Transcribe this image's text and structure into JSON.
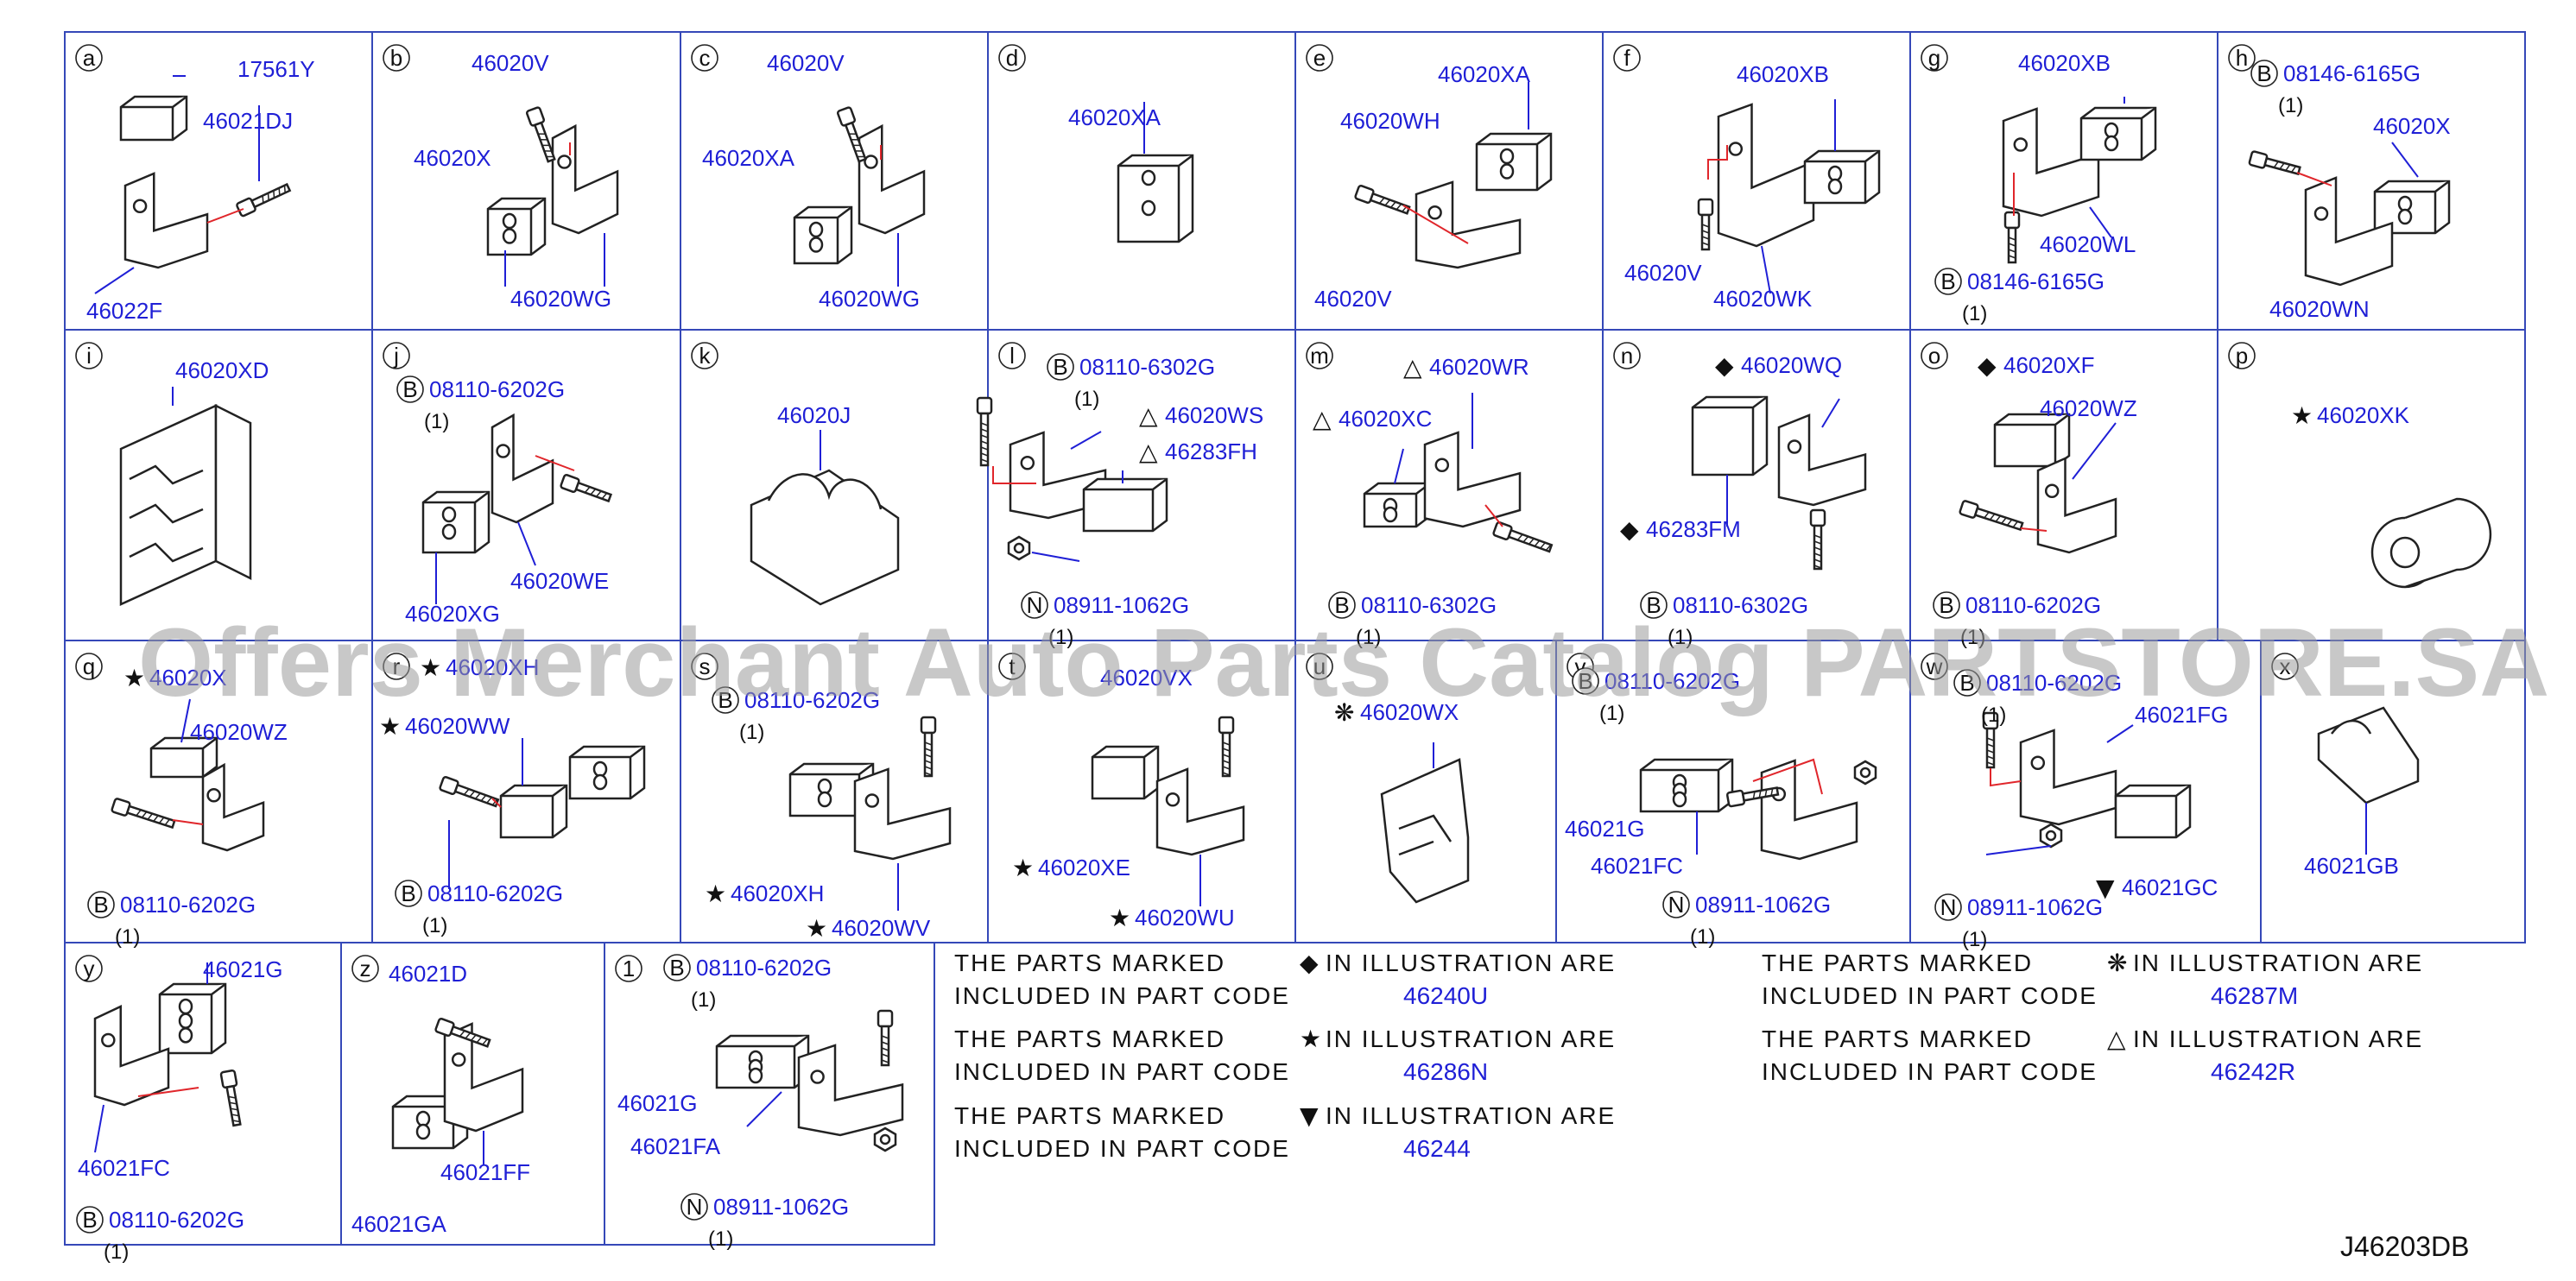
{
  "diagram_code": "J46203DB",
  "watermark": "Offers Merchant Auto Parts Catalog PARTSTORE.SA",
  "cells": [
    {
      "id": "a",
      "labels": [
        {
          "text": "17561Y"
        },
        {
          "text": "46021DJ"
        },
        {
          "text": "46022F"
        }
      ]
    },
    {
      "id": "b",
      "labels": [
        {
          "text": "46020V"
        },
        {
          "text": "46020X"
        },
        {
          "text": "46020WG"
        }
      ]
    },
    {
      "id": "c",
      "labels": [
        {
          "text": "46020V"
        },
        {
          "text": "46020XA"
        },
        {
          "text": "46020WG"
        }
      ]
    },
    {
      "id": "d",
      "labels": [
        {
          "text": "46020XA"
        }
      ]
    },
    {
      "id": "e",
      "labels": [
        {
          "text": "46020XA"
        },
        {
          "text": "46020WH"
        },
        {
          "text": "46020V"
        }
      ]
    },
    {
      "id": "f",
      "labels": [
        {
          "text": "46020XB"
        },
        {
          "text": "46020V"
        },
        {
          "text": "46020WK"
        }
      ]
    },
    {
      "id": "g",
      "labels": [
        {
          "text": "46020XB"
        },
        {
          "text": "46020WL"
        },
        {
          "text": "08146-6165G",
          "circle": "B",
          "qty": "(1)"
        }
      ]
    },
    {
      "id": "h",
      "labels": [
        {
          "text": "08146-6165G",
          "circle": "B",
          "qty": "(1)"
        },
        {
          "text": "46020X"
        },
        {
          "text": "46020WN"
        }
      ]
    },
    {
      "id": "i",
      "labels": [
        {
          "text": "46020XD"
        }
      ]
    },
    {
      "id": "j",
      "labels": [
        {
          "text": "08110-6202G",
          "circle": "B",
          "qty": "(1)"
        },
        {
          "text": "46020WE"
        },
        {
          "text": "46020XG"
        }
      ]
    },
    {
      "id": "k",
      "labels": [
        {
          "text": "46020J"
        }
      ]
    },
    {
      "id": "l",
      "labels": [
        {
          "text": "08110-6302G",
          "circle": "B",
          "qty": "(1)"
        },
        {
          "text": "46020WS",
          "mark": "△"
        },
        {
          "text": "46283FH",
          "mark": "△"
        },
        {
          "text": "08911-1062G",
          "circle": "N",
          "qty": "(1)"
        }
      ]
    },
    {
      "id": "m",
      "labels": [
        {
          "text": "46020WR",
          "mark": "△"
        },
        {
          "text": "46020XC",
          "mark": "△"
        },
        {
          "text": "08110-6302G",
          "circle": "B",
          "qty": "(1)"
        }
      ]
    },
    {
      "id": "n",
      "labels": [
        {
          "text": "46020WQ",
          "mark": "◆"
        },
        {
          "text": "46283FM",
          "mark": "◆"
        },
        {
          "text": "08110-6302G",
          "circle": "B",
          "qty": "(1)"
        }
      ]
    },
    {
      "id": "o",
      "labels": [
        {
          "text": "46020XF",
          "mark": "◆"
        },
        {
          "text": "46020WZ"
        },
        {
          "text": "08110-6202G",
          "circle": "B",
          "qty": "(1)"
        }
      ]
    },
    {
      "id": "p",
      "labels": [
        {
          "text": "46020XK",
          "mark": "★"
        }
      ]
    },
    {
      "id": "q",
      "labels": [
        {
          "text": "46020X",
          "mark": "★"
        },
        {
          "text": "46020WZ"
        },
        {
          "text": "08110-6202G",
          "circle": "B",
          "qty": "(1)"
        }
      ]
    },
    {
      "id": "r",
      "labels": [
        {
          "text": "46020XH",
          "mark": "★"
        },
        {
          "text": "46020WW",
          "mark": "★"
        },
        {
          "text": "08110-6202G",
          "circle": "B",
          "qty": "(1)"
        }
      ]
    },
    {
      "id": "s",
      "labels": [
        {
          "text": "08110-6202G",
          "circle": "B",
          "qty": "(1)"
        },
        {
          "text": "46020XH",
          "mark": "★"
        },
        {
          "text": "46020WV",
          "mark": "★"
        }
      ]
    },
    {
      "id": "t",
      "labels": [
        {
          "text": "46020VX"
        },
        {
          "text": "46020XE",
          "mark": "★"
        },
        {
          "text": "46020WU",
          "mark": "★"
        }
      ]
    },
    {
      "id": "u",
      "labels": [
        {
          "text": "46020WX",
          "mark": "❋"
        }
      ]
    },
    {
      "id": "v",
      "labels": [
        {
          "text": "08110-6202G",
          "circle": "B",
          "qty": "(1)"
        },
        {
          "text": "46021G"
        },
        {
          "text": "46021FC"
        },
        {
          "text": "08911-1062G",
          "circle": "N",
          "qty": "(1)"
        }
      ]
    },
    {
      "id": "w",
      "labels": [
        {
          "text": "08110-6202G",
          "circle": "B",
          "qty": "(1)"
        },
        {
          "text": "46021FG"
        },
        {
          "text": "46021GC",
          "mark": "▼"
        },
        {
          "text": "08911-1062G",
          "circle": "N",
          "qty": "(1)"
        }
      ]
    },
    {
      "id": "x",
      "labels": [
        {
          "text": "46021GB"
        }
      ]
    },
    {
      "id": "y",
      "labels": [
        {
          "text": "46021G"
        },
        {
          "text": "46021FC"
        },
        {
          "text": "08110-6202G",
          "circle": "B",
          "qty": "(1)"
        }
      ]
    },
    {
      "id": "z",
      "labels": [
        {
          "text": "46021D"
        },
        {
          "text": "46021FF"
        },
        {
          "text": "46021GA"
        }
      ]
    },
    {
      "id": "1",
      "labels": [
        {
          "text": "08110-6202G",
          "circle": "B",
          "qty": "(1)"
        },
        {
          "text": "46021G"
        },
        {
          "text": "46021FA"
        },
        {
          "text": "08911-1062G",
          "circle": "N",
          "qty": "(1)"
        }
      ]
    }
  ],
  "notes": [
    {
      "mark": "◆",
      "part_code": "46240U"
    },
    {
      "mark": "★",
      "part_code": "46286N"
    },
    {
      "mark": "▼",
      "part_code": "46244"
    },
    {
      "mark": "❋",
      "part_code": "46287M"
    },
    {
      "mark": "△",
      "part_code": "46242R"
    }
  ],
  "note_text": {
    "l1a": "THE  PARTS  MARKED",
    "l1b": "IN  ILLUSTRATION  ARE",
    "l2": "INCLUDED  IN  PART  CODE"
  }
}
